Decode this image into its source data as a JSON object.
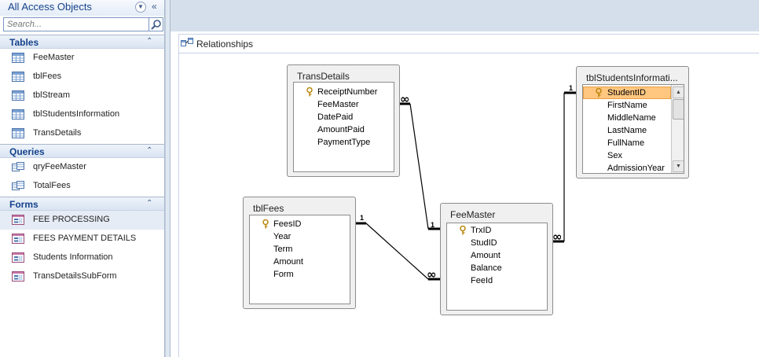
{
  "nav": {
    "title": "All Access Objects",
    "search_placeholder": "Search...",
    "groups": {
      "tables": {
        "label": "Tables",
        "items": [
          "FeeMaster",
          "tblFees",
          "tblStream",
          "tblStudentsInformation",
          "TransDetails"
        ]
      },
      "queries": {
        "label": "Queries",
        "items": [
          "qryFeeMaster",
          "TotalFees"
        ]
      },
      "forms": {
        "label": "Forms",
        "items": [
          "FEE PROCESSING",
          "FEES PAYMENT DETAILS",
          "Students Information",
          "TransDetailsSubForm"
        ]
      }
    }
  },
  "tab": {
    "label": "Relationships"
  },
  "tables": {
    "transdetails": {
      "title": "TransDetails",
      "fields": [
        "ReceiptNumber",
        "FeeMaster",
        "DatePaid",
        "AmountPaid",
        "PaymentType"
      ]
    },
    "tblstudents": {
      "title": "tblStudentsInformati...",
      "fields": [
        "StudentID",
        "FirstName",
        "MiddleName",
        "LastName",
        "FullName",
        "Sex",
        "AdmissionYear"
      ]
    },
    "tblfees": {
      "title": "tblFees",
      "fields": [
        "FeesID",
        "Year",
        "Term",
        "Amount",
        "Form"
      ]
    },
    "feemaster": {
      "title": "FeeMaster",
      "fields": [
        "TrxID",
        "StudID",
        "Amount",
        "Balance",
        "FeeId"
      ]
    }
  },
  "relationships": {
    "one": "1",
    "many": "∞"
  },
  "colors": {
    "selected_field": "#ffc680",
    "nav_header_text": "#15428b",
    "chrome": "#d5dfec"
  }
}
